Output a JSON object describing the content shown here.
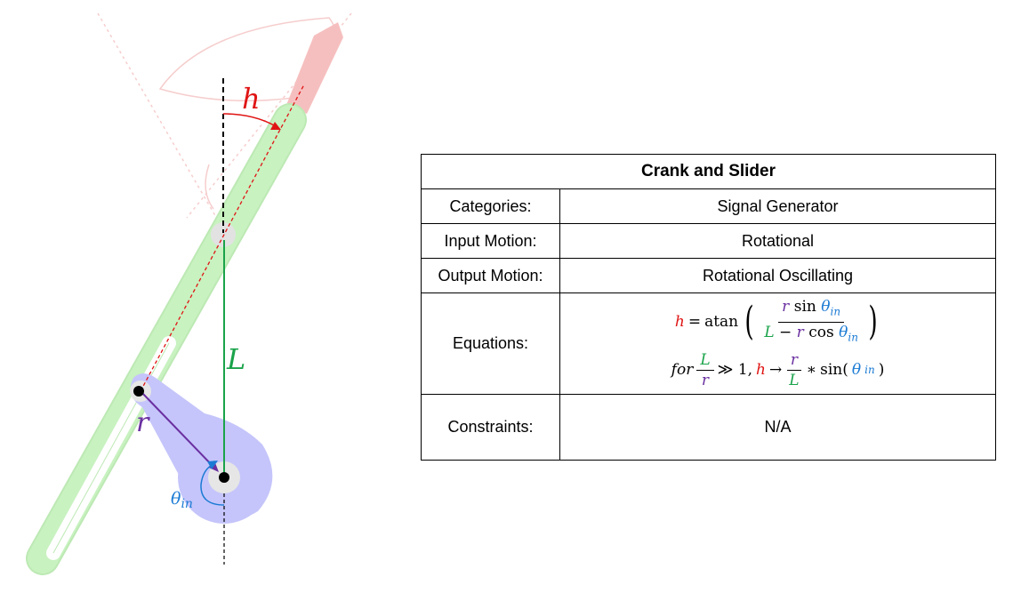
{
  "diagram": {
    "labels": {
      "h": "h",
      "L": "L",
      "r": "r",
      "theta": "θ",
      "theta_sub": "in"
    },
    "colors": {
      "h": "#e01414",
      "L": "#1aa34a",
      "r": "#6a2fa0",
      "theta": "#1b7bd4",
      "slider": "#c8f2c0",
      "crank": "#c5c5fb",
      "ghost": "#f6b9b9"
    }
  },
  "table": {
    "title": "Crank and Slider",
    "rows": [
      {
        "label": "Categories:",
        "value": "Signal Generator"
      },
      {
        "label": "Input Motion:",
        "value": "Rotational"
      },
      {
        "label": "Output Motion:",
        "value": "Rotational Oscillating"
      },
      {
        "label": "Equations:"
      },
      {
        "label": "Constraints:",
        "value": "N/A"
      }
    ],
    "eq1": {
      "lhs": "h",
      "eq": "=",
      "fn": "atan",
      "num_r": "r",
      "num_sin": "sin",
      "num_theta": "θ",
      "sub": "in",
      "den_L": "L",
      "den_minus": "−",
      "den_r": "r",
      "den_cos": "cos",
      "den_theta": "θ"
    },
    "eq2": {
      "for": "for",
      "frac1_num": "L",
      "frac1_den": "r",
      "gg": "≫ 1,",
      "h": "h",
      "arrow": "→",
      "frac2_num": "r",
      "frac2_den": "L",
      "star": "∗",
      "sin": "sin(",
      "theta": "θ",
      "sub": "in",
      "close": ")"
    }
  }
}
